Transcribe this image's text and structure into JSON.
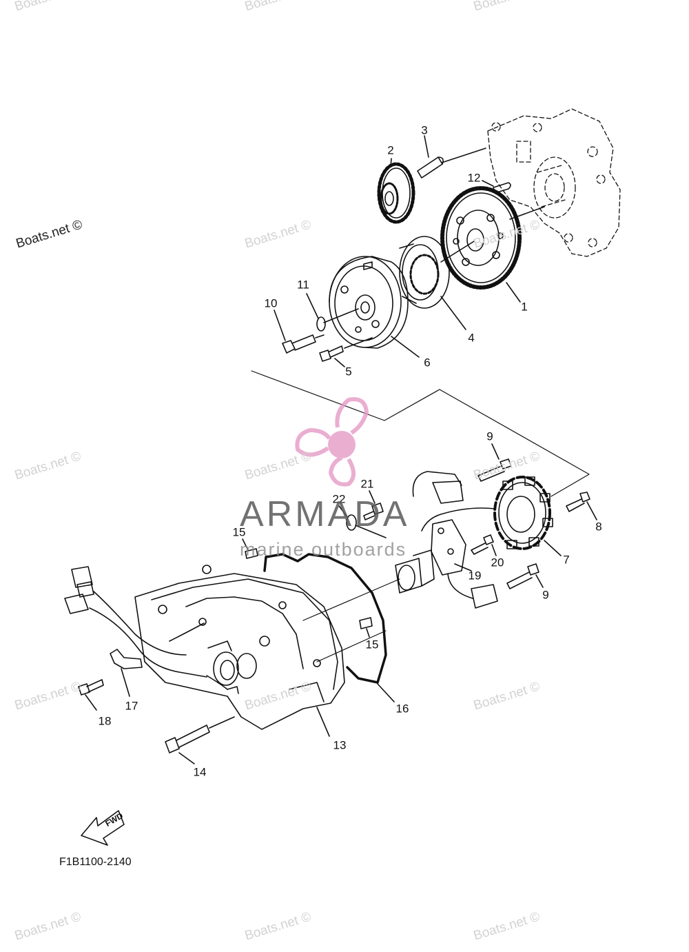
{
  "diagram": {
    "figure_code": "F1B1100-2140",
    "direction_label": "FWD",
    "callouts": [
      "1",
      "2",
      "3",
      "4",
      "5",
      "6",
      "7",
      "8",
      "9",
      "9",
      "10",
      "11",
      "12",
      "13",
      "14",
      "15",
      "15",
      "16",
      "17",
      "18",
      "19",
      "20",
      "21",
      "22"
    ]
  },
  "watermarks": {
    "site_text": "Boats.net ©",
    "brand": "ARMADA",
    "tagline": "marine outboards",
    "brand_color": "#e69ac6"
  }
}
